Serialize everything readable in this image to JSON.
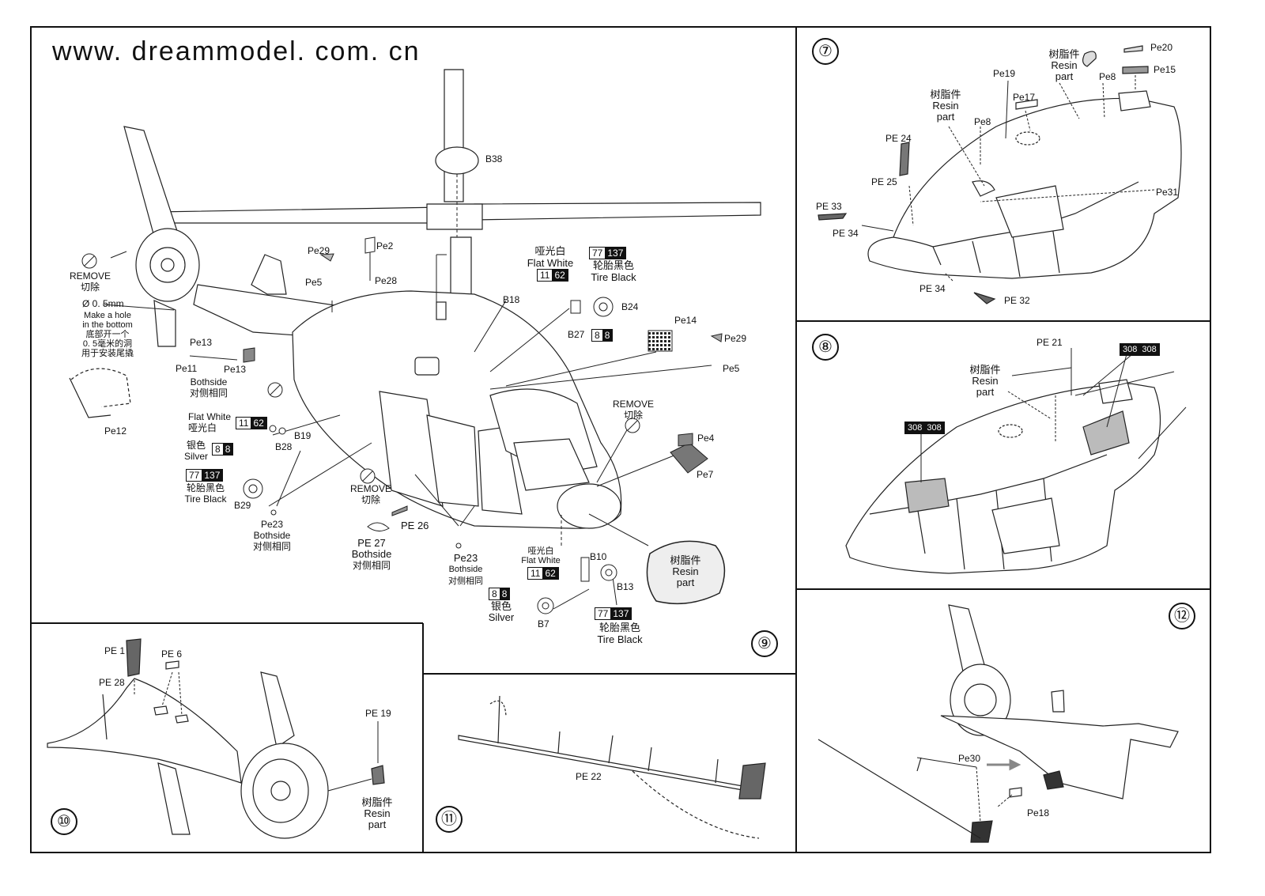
{
  "header": {
    "url": "www. dreammodel. com. cn"
  },
  "steps": {
    "s7": "⑦",
    "s8": "⑧",
    "s9": "⑨",
    "s10": "⑩",
    "s11": "⑪",
    "s12": "⑫"
  },
  "step9": {
    "remove_en": "REMOVE",
    "remove_cn": "切除",
    "hole_size": "Ø 0. 5mm",
    "hole_en_1": "Make a hole",
    "hole_en_2": "in the bottom",
    "hole_cn_1": "底部开一个",
    "hole_cn_2": "0. 5毫米的洞",
    "hole_cn_3": "用于安装尾撬",
    "pe13a": "Pe13",
    "pe11": "Pe11",
    "pe13b": "Pe13",
    "bothside_en": "Bothside",
    "bothside_cn": "对侧相同",
    "pe12": "Pe12",
    "pe29a": "Pe29",
    "pe2": "Pe2",
    "pe5a": "Pe5",
    "pe28": "Pe28",
    "b38": "B38",
    "flat_white_cn": "哑光白",
    "flat_white_en": "Flat White",
    "paint_1162_a": "11",
    "paint_1162_b": "62",
    "tire_77": "77",
    "tire_137": "137",
    "tire_black_cn": "轮胎黑色",
    "tire_black_en": "Tire Black",
    "b18": "B18",
    "b24": "B24",
    "b27": "B27",
    "paint_88_a": "8",
    "paint_88_b": "8",
    "pe14": "Pe14",
    "pe29b": "Pe29",
    "pe5b": "Pe5",
    "flat_white_en2": "Flat White",
    "flat_white_cn2": "哑光白",
    "b19": "B19",
    "silver_cn": "银色",
    "silver_en": "Silver",
    "b28": "B28",
    "b29": "B29",
    "pe23a": "Pe23",
    "bothside_en2": "Bothside",
    "bothside_cn2": "对侧相同",
    "remove_en2": "REMOVE",
    "remove_cn2": "切除",
    "pe26": "PE 26",
    "pe27": "PE 27",
    "bothside_en3": "Bothside",
    "bothside_cn3": "对侧相同",
    "pe23b": "Pe23",
    "bothside_en4": "Bothside",
    "bothside_cn4": "对侧相同",
    "remove_en3": "REMOVE",
    "remove_cn3": "切除",
    "pe4": "Pe4",
    "pe7": "Pe7",
    "flat_white_cn3": "哑光白",
    "flat_white_en3": "Flat White",
    "b10": "B10",
    "b13": "B13",
    "b7": "B7",
    "silver_cn2": "银色",
    "silver_en2": "Silver",
    "tire_black_cn2": "轮胎黑色",
    "tire_black_en2": "Tire Black",
    "resin_cn": "树脂件",
    "resin_en1": "Resin",
    "resin_en2": "part"
  },
  "step7": {
    "resin_cn": "树脂件",
    "resin_en1": "Resin",
    "resin_en2": "part",
    "resin2_cn": "树脂件",
    "resin2_en1": "Resin",
    "resin2_en2": "part",
    "pe20": "Pe20",
    "pe15": "Pe15",
    "pe19": "Pe19",
    "pe8a": "Pe8",
    "pe17": "Pe17",
    "pe8b": "Pe8",
    "pe24": "PE 24",
    "pe25": "PE 25",
    "pe31": "Pe31",
    "pe33": "PE 33",
    "pe34a": "PE 34",
    "pe34b": "PE 34",
    "pe32": "PE 32"
  },
  "step8": {
    "pe21": "PE 21",
    "paint_a": "308",
    "paint_b": "308",
    "resin_cn": "树脂件",
    "resin_en1": "Resin",
    "resin_en2": "part"
  },
  "step10": {
    "pe1": "PE 1",
    "pe6": "PE 6",
    "pe28": "PE 28",
    "pe19": "PE 19",
    "resin_cn": "树脂件",
    "resin_en1": "Resin",
    "resin_en2": "part"
  },
  "step11": {
    "pe22": "PE 22"
  },
  "step12": {
    "pe30": "Pe30",
    "pe18": "Pe18"
  }
}
